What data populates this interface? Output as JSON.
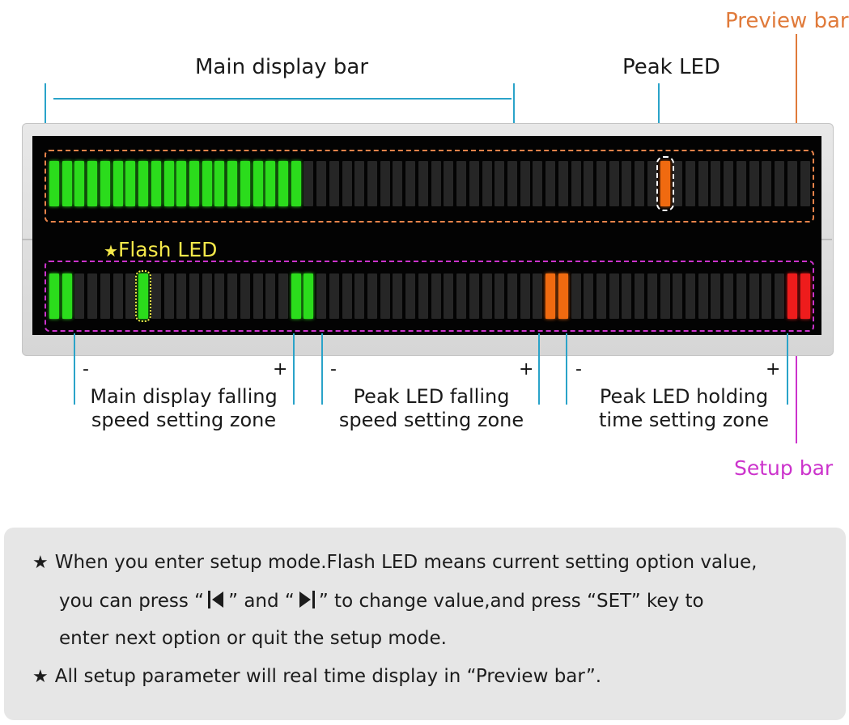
{
  "labels": {
    "main_display_bar": "Main display bar",
    "peak_led": "Peak LED",
    "preview_bar": "Preview bar",
    "flash_led": "Flash LED",
    "setup_bar": "Setup bar",
    "star": "★"
  },
  "zones": [
    {
      "line1": "Main display falling",
      "line2": "speed setting zone",
      "minus": "-",
      "plus": "+"
    },
    {
      "line1": "Peak LED falling",
      "line2": "speed setting zone",
      "minus": "-",
      "plus": "+"
    },
    {
      "line1": "Peak LED holding",
      "line2": "time setting zone",
      "minus": "-",
      "plus": "+"
    }
  ],
  "notes": {
    "star": "★",
    "line1": "When you enter setup mode.Flash LED means current setting option value,",
    "line2_a": "you can press “",
    "line2_b": "” and “",
    "line2_c": "” to change value,and press “SET” key to",
    "line3": "enter next option or quit the setup mode.",
    "line4": "All setup parameter will real time display in “Preview bar”."
  },
  "colors": {
    "green": "#2bdc1c",
    "orange": "#f06a10",
    "red": "#ee1c1c",
    "off": "#262626",
    "preview_outline": "#e8834a",
    "setup_outline": "#cc33cc",
    "callout": "#2aa3c9",
    "flash_label": "#f4e84a"
  },
  "preview_bar": {
    "segments": 60,
    "green_count": 20,
    "peak_index": 48
  },
  "setup_bar": {
    "segments": 60,
    "green_indices": [
      0,
      1,
      19,
      20
    ],
    "flash_index": 7,
    "orange_indices": [
      39,
      40
    ],
    "red_indices": [
      58,
      59
    ]
  }
}
